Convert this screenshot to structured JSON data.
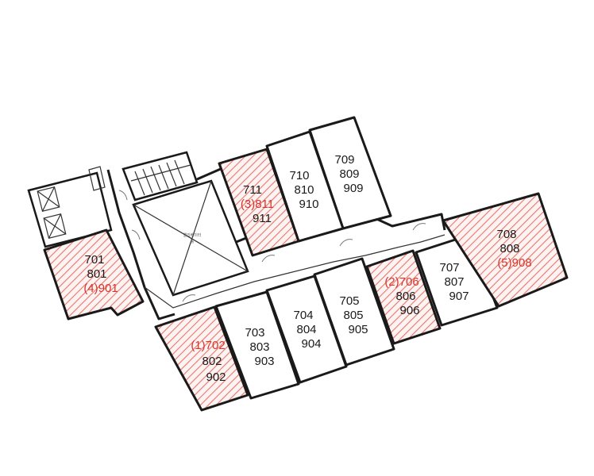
{
  "colors": {
    "wall": "#1a1a1a",
    "highlight_hatch": "#e8776c",
    "highlight_text": "#d9352b",
    "text": "#1a1a1a"
  },
  "rooms": [
    {
      "id": "r701",
      "highlighted": true,
      "lines": [
        {
          "t": "701"
        },
        {
          "t": "801"
        },
        {
          "t": "(4)901",
          "red": true
        }
      ]
    },
    {
      "id": "r702",
      "highlighted": true,
      "lines": [
        {
          "t": "(1)702",
          "red": true
        },
        {
          "t": "802"
        },
        {
          "t": "902"
        }
      ]
    },
    {
      "id": "r703",
      "highlighted": false,
      "lines": [
        {
          "t": "703"
        },
        {
          "t": "803"
        },
        {
          "t": "903"
        }
      ]
    },
    {
      "id": "r704",
      "highlighted": false,
      "lines": [
        {
          "t": "704"
        },
        {
          "t": "804"
        },
        {
          "t": "904"
        }
      ]
    },
    {
      "id": "r705",
      "highlighted": false,
      "lines": [
        {
          "t": "705"
        },
        {
          "t": "805"
        },
        {
          "t": "905"
        }
      ]
    },
    {
      "id": "r706",
      "highlighted": true,
      "lines": [
        {
          "t": "(2)706",
          "red": true
        },
        {
          "t": "806"
        },
        {
          "t": "906"
        }
      ]
    },
    {
      "id": "r707",
      "highlighted": false,
      "lines": [
        {
          "t": "707"
        },
        {
          "t": "807"
        },
        {
          "t": "907"
        }
      ]
    },
    {
      "id": "r708",
      "highlighted": true,
      "lines": [
        {
          "t": "708"
        },
        {
          "t": "808"
        },
        {
          "t": "(5)908",
          "red": true
        }
      ]
    },
    {
      "id": "r709",
      "highlighted": false,
      "lines": [
        {
          "t": "709"
        },
        {
          "t": "809"
        },
        {
          "t": "909"
        }
      ]
    },
    {
      "id": "r710",
      "highlighted": false,
      "lines": [
        {
          "t": "710"
        },
        {
          "t": "810"
        },
        {
          "t": "910"
        }
      ]
    },
    {
      "id": "r711",
      "highlighted": true,
      "lines": [
        {
          "t": "711"
        },
        {
          "t": "(3)811",
          "red": true
        },
        {
          "t": "911"
        }
      ]
    }
  ]
}
